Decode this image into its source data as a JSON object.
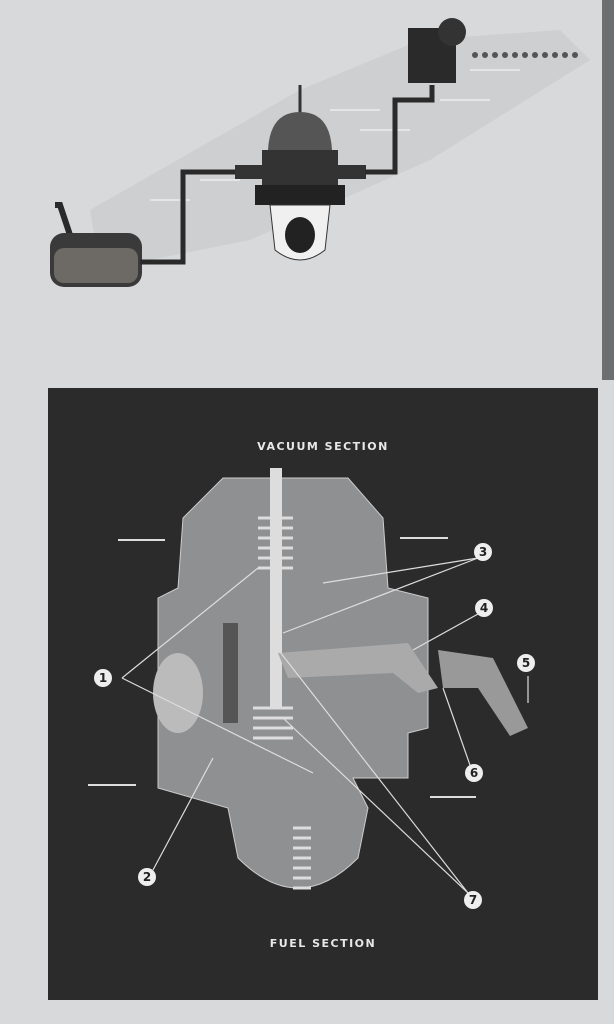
{
  "diagram": {
    "vacuum_label": "VACUUM SECTION",
    "fuel_label": "FUEL SECTION",
    "callouts": [
      "1",
      "2",
      "3",
      "4",
      "5",
      "6",
      "7"
    ]
  }
}
